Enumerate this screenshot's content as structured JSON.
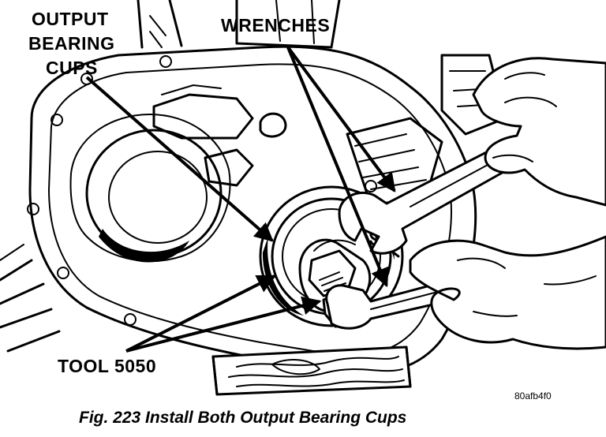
{
  "labels": {
    "output_bearing_cups_line1": "OUTPUT",
    "output_bearing_cups_line2": "BEARING",
    "output_bearing_cups_line3": "CUPS",
    "wrenches": "WRENCHES",
    "tool": "TOOL 5050"
  },
  "image_code": "80afb4f0",
  "caption": "Fig. 223 Install Both Output Bearing Cups"
}
